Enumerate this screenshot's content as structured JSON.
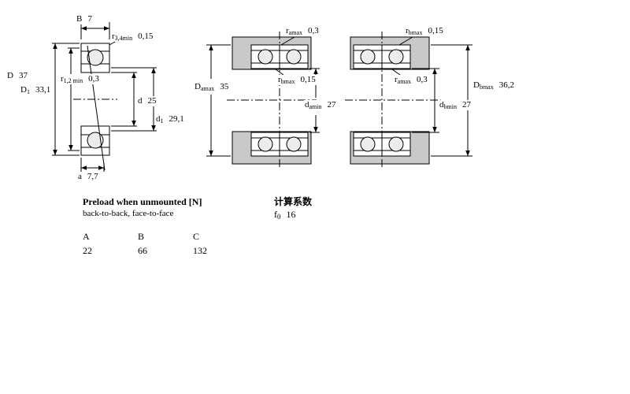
{
  "bearing_drawing": {
    "dims": {
      "B": {
        "label": "B",
        "sub": "",
        "value": "7"
      },
      "r34": {
        "label": "r",
        "sub": "3,4min",
        "value": "0,15"
      },
      "D": {
        "label": "D",
        "sub": "",
        "value": "37"
      },
      "r12": {
        "label": "r",
        "sub": "1,2 min",
        "value": "0,3"
      },
      "D1": {
        "label": "D",
        "sub": "1",
        "value": "33,1"
      },
      "d": {
        "label": "d",
        "sub": "",
        "value": "25"
      },
      "d1": {
        "label": "d",
        "sub": "1",
        "value": "29,1"
      },
      "a": {
        "label": "a",
        "sub": "",
        "value": "7,7"
      }
    }
  },
  "arrangement_left": {
    "dims": {
      "ra_top": {
        "label": "r",
        "sub": "amax",
        "value": "0,3"
      },
      "Da": {
        "label": "D",
        "sub": "amax",
        "value": "35"
      },
      "rb_mid": {
        "label": "r",
        "sub": "bmax",
        "value": "0,15"
      },
      "da": {
        "label": "d",
        "sub": "amin",
        "value": "27"
      }
    }
  },
  "arrangement_right": {
    "dims": {
      "rb_top": {
        "label": "r",
        "sub": "bmax",
        "value": "0,15"
      },
      "ra_mid": {
        "label": "r",
        "sub": "amax",
        "value": "0,3"
      },
      "Db": {
        "label": "D",
        "sub": "bmax",
        "value": "36,2"
      },
      "db": {
        "label": "d",
        "sub": "bmin",
        "value": "27"
      }
    }
  },
  "preload_section": {
    "title": "Preload when unmounted [N]",
    "subtitle": "back-to-back, face-to-face",
    "table": {
      "headers": [
        "A",
        "B",
        "C"
      ],
      "values": [
        "22",
        "66",
        "132"
      ]
    }
  },
  "calculation_section": {
    "title": "计算系数",
    "factor": {
      "label": "f",
      "sub": "0",
      "value": "16"
    }
  },
  "colors": {
    "line": "#000000",
    "steel_fill": "#c9c9c9",
    "background": "#ffffff"
  }
}
